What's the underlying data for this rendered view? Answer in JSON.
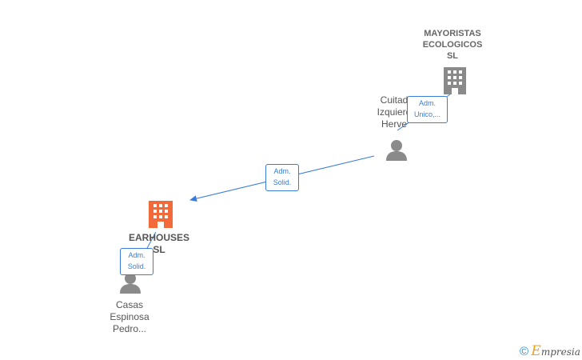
{
  "nodes": {
    "mayoristas": {
      "label_lines": [
        "MAYORISTAS",
        "ECOLOGICOS",
        "SL"
      ]
    },
    "cuitadas": {
      "label_lines": [
        "Cuitad",
        "Izquierd",
        "Herve"
      ]
    },
    "earhouses": {
      "label_lines": [
        "EARHOUSES",
        "SL"
      ]
    },
    "casas": {
      "label_lines": [
        "Casas",
        "Espinosa",
        "Pedro..."
      ]
    }
  },
  "edges": {
    "cuitadas_to_mayoristas": {
      "label_lines": [
        "Adm.",
        "Unico,..."
      ]
    },
    "cuitadas_to_earhouses": {
      "label_lines": [
        "Adm.",
        "Solid."
      ]
    },
    "casas_to_earhouses": {
      "label_lines": [
        "Adm.",
        "Solid."
      ]
    }
  },
  "footer": {
    "copyright": "©",
    "brand_first": "E",
    "brand_rest": "mpresia"
  },
  "colors": {
    "edge": "#3a7dd8",
    "main_company": "#f26a3a",
    "company": "#8a8a8a",
    "person": "#8a8a8a"
  }
}
